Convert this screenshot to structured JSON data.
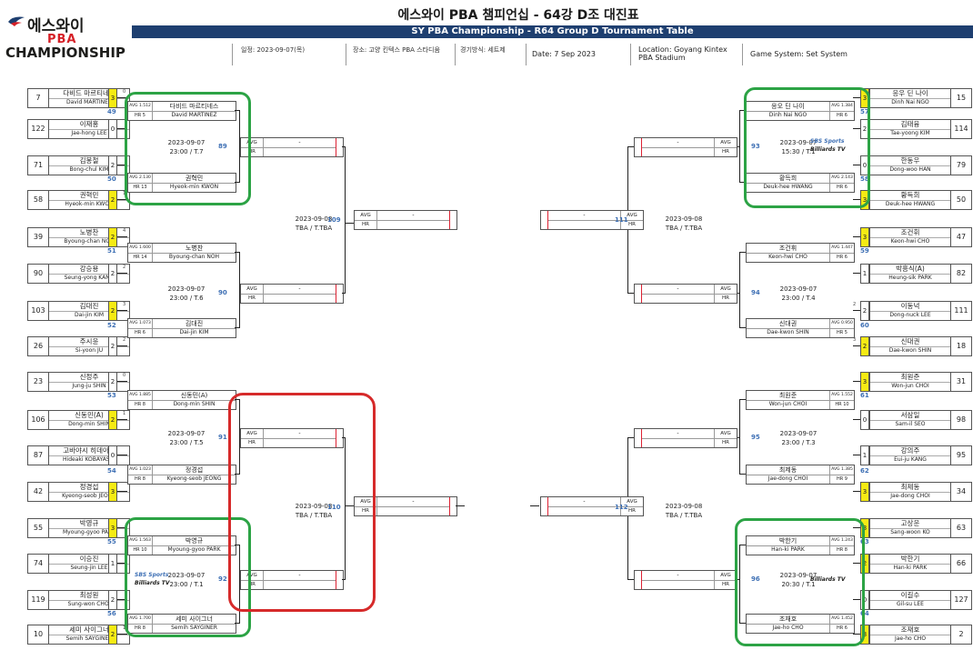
{
  "header": {
    "title": "에스와이 PBA 챔피언십 - 64강 D조 대진표",
    "subtitle": "SY PBA Championship - R64 Group D Tournament Table"
  },
  "logo": {
    "korean": "에스와이",
    "pba": "PBA",
    "championship": "CHAMPIONSHIP"
  },
  "info": {
    "date_ko": "일정: 2023-09-07(목)",
    "place_ko": "장소: 고양 킨텍스 PBA 스타디움",
    "system_ko": "경기방식: 세트제",
    "date_en": "Date: 7 Sep 2023",
    "location_en": "Location: Goyang Kintex PBA Stadium",
    "system_en": "Game System: Set System"
  },
  "labels": {
    "avg": "AVG",
    "hr": "HR",
    "dash": "-",
    "sbs": "SBS Sports",
    "billiards": "Billiards TV"
  },
  "players": [
    {
      "seed": "7",
      "kn": "다비드 마르티네스",
      "en": "David MARTINEZ",
      "score": "3",
      "win": true,
      "sub": "0"
    },
    {
      "seed": "122",
      "kn": "이재홍",
      "en": "Jae-hong LEE",
      "score": "0",
      "win": false,
      "sub": ""
    },
    {
      "seed": "71",
      "kn": "김봉철",
      "en": "Bong-chul KIM",
      "score": "2",
      "win": false,
      "sub": ""
    },
    {
      "seed": "58",
      "kn": "권혁민",
      "en": "Hyeok-min KWON",
      "score": "2",
      "win": true,
      "sub": "1"
    },
    {
      "seed": "39",
      "kn": "노병찬",
      "en": "Byoung-chan NOH",
      "score": "2",
      "win": true,
      "sub": "4"
    },
    {
      "seed": "90",
      "kn": "강승용",
      "en": "Seung-yong KANG",
      "score": "2",
      "win": false,
      "sub": "2"
    },
    {
      "seed": "103",
      "kn": "김대진",
      "en": "Dai-jin KIM",
      "score": "2",
      "win": true,
      "sub": "3"
    },
    {
      "seed": "26",
      "kn": "주시윤",
      "en": "Si-yoon JU",
      "score": "2",
      "win": false,
      "sub": "2"
    },
    {
      "seed": "23",
      "kn": "신정주",
      "en": "Jung-ju SHIN",
      "score": "2",
      "win": false,
      "sub": "0"
    },
    {
      "seed": "106",
      "kn": "신동민(A)",
      "en": "Dong-min SHIN",
      "score": "2",
      "win": true,
      "sub": "1"
    },
    {
      "seed": "87",
      "kn": "고바야시 히데아키",
      "en": "Hideaki KOBAYASHI",
      "score": "0",
      "win": false,
      "sub": ""
    },
    {
      "seed": "42",
      "kn": "정경섭",
      "en": "Kyeong-seob JEONG",
      "score": "3",
      "win": true,
      "sub": ""
    },
    {
      "seed": "55",
      "kn": "박영규",
      "en": "Myoung-gyoo PARK",
      "score": "3",
      "win": true,
      "sub": ""
    },
    {
      "seed": "74",
      "kn": "이승진",
      "en": "Seung-jin LEE",
      "score": "1",
      "win": false,
      "sub": ""
    },
    {
      "seed": "119",
      "kn": "최성원",
      "en": "Sung-won CHOI",
      "score": "2",
      "win": false,
      "sub": ""
    },
    {
      "seed": "10",
      "kn": "세미 사이그너",
      "en": "Semih SAYGINER",
      "score": "2",
      "win": true,
      "sub": "1"
    },
    {
      "seed": "15",
      "kn": "응우 딘 나이",
      "en": "Dinh Nai NGO",
      "score": "3",
      "win": true,
      "sub": ""
    },
    {
      "seed": "114",
      "kn": "김태융",
      "en": "Tae-yoong KIM",
      "score": "2",
      "win": false,
      "sub": ""
    },
    {
      "seed": "79",
      "kn": "한동우",
      "en": "Dong-woo HAN",
      "score": "0",
      "win": false,
      "sub": ""
    },
    {
      "seed": "50",
      "kn": "황득희",
      "en": "Deuk-hee HWANG",
      "score": "3",
      "win": true,
      "sub": ""
    },
    {
      "seed": "47",
      "kn": "조건휘",
      "en": "Keon-hwi CHO",
      "score": "3",
      "win": true,
      "sub": ""
    },
    {
      "seed": "82",
      "kn": "박흥식(A)",
      "en": "Heung-sik PARK",
      "score": "1",
      "win": false,
      "sub": ""
    },
    {
      "seed": "111",
      "kn": "이동넉",
      "en": "Dong-nuck LEE",
      "score": "2",
      "win": false,
      "sub": "2"
    },
    {
      "seed": "18",
      "kn": "신대권",
      "en": "Dae-kwon SHIN",
      "score": "2",
      "win": true,
      "sub": "3"
    },
    {
      "seed": "31",
      "kn": "최원준",
      "en": "Won-jun CHOI",
      "score": "3",
      "win": true,
      "sub": ""
    },
    {
      "seed": "98",
      "kn": "서삼일",
      "en": "Sam-il SEO",
      "score": "0",
      "win": false,
      "sub": ""
    },
    {
      "seed": "95",
      "kn": "강의주",
      "en": "Eui-ju KANG",
      "score": "1",
      "win": false,
      "sub": ""
    },
    {
      "seed": "34",
      "kn": "최제동",
      "en": "Jae-dong CHOI",
      "score": "3",
      "win": true,
      "sub": ""
    },
    {
      "seed": "63",
      "kn": "고상운",
      "en": "Sang-woon KO",
      "score": "3",
      "win": true,
      "sub": ""
    },
    {
      "seed": "66",
      "kn": "박한기",
      "en": "Han-ki PARK",
      "score": "2",
      "win": true,
      "sub": ""
    },
    {
      "seed": "127",
      "kn": "이길수",
      "en": "Gil-su LEE",
      "score": "0",
      "win": false,
      "sub": ""
    },
    {
      "seed": "2",
      "kn": "조재호",
      "en": "Jae-ho CHO",
      "score": "3",
      "win": true,
      "sub": ""
    }
  ],
  "r1": [
    {
      "num": "49",
      "num2": "50",
      "date": "2023-09-07",
      "time": "23:00 / T.7",
      "a": {
        "avg": "AVG 1.512",
        "hr": "HR 5",
        "kn": "다비드 마르티네스",
        "en": "David MARTINEZ"
      },
      "b": {
        "avg": "AVG 2.130",
        "hr": "HR 13",
        "kn": "권혁민",
        "en": "Hyeok-min KWON"
      }
    },
    {
      "num": "51",
      "num2": "52",
      "date": "2023-09-07",
      "time": "23:00 / T.6",
      "a": {
        "avg": "AVG 1.600",
        "hr": "HR 14",
        "kn": "노병찬",
        "en": "Byoung-chan NOH"
      },
      "b": {
        "avg": "AVG 1.073",
        "hr": "HR 6",
        "kn": "김대진",
        "en": "Dai-jin KIM"
      }
    },
    {
      "num": "53",
      "num2": "54",
      "date": "2023-09-07",
      "time": "23:00 / T.5",
      "a": {
        "avg": "AVG 1.885",
        "hr": "HR 8",
        "kn": "신동민(A)",
        "en": "Dong-min SHIN"
      },
      "b": {
        "avg": "AVG 1.023",
        "hr": "HR 8",
        "kn": "정경섭",
        "en": "Kyeong-seob JEONG"
      }
    },
    {
      "num": "55",
      "num2": "56",
      "date": "2023-09-07",
      "time": "23:00 / T.1",
      "a": {
        "avg": "AVG 1.563",
        "hr": "HR 10",
        "kn": "박영규",
        "en": "Myoung-gyoo PARK"
      },
      "b": {
        "avg": "AVG 1.700",
        "hr": "HR 8",
        "kn": "세미 사이그너",
        "en": "Semih SAYGINER"
      }
    },
    {
      "num": "57",
      "num2": "58",
      "date": "2023-09-07",
      "time": "15:30 / T.1",
      "a": {
        "avg": "AVG 1.384",
        "hr": "HR 6",
        "kn": "응오 딘 나이",
        "en": "Dinh Nai NGO"
      },
      "b": {
        "avg": "AVG 2.143",
        "hr": "HR 6",
        "kn": "황득희",
        "en": "Deuk-hee HWANG"
      }
    },
    {
      "num": "59",
      "num2": "60",
      "date": "2023-09-07",
      "time": "23:00 / T.4",
      "a": {
        "avg": "AVG 1.447",
        "hr": "HR 6",
        "kn": "조건휘",
        "en": "Keon-hwi CHO"
      },
      "b": {
        "avg": "AVG 0.950",
        "hr": "HR 5",
        "kn": "신대권",
        "en": "Dae-kwon SHIN"
      }
    },
    {
      "num": "61",
      "num2": "62",
      "date": "2023-09-07",
      "time": "23:00 / T.3",
      "a": {
        "avg": "AVG 1.552",
        "hr": "HR 10",
        "kn": "최원준",
        "en": "Won-jun CHOI"
      },
      "b": {
        "avg": "AVG 1.385",
        "hr": "HR 9",
        "kn": "최제동",
        "en": "Jae-dong CHOI"
      }
    },
    {
      "num": "63",
      "num2": "64",
      "date": "2023-09-07",
      "time": "20:30 / T.1",
      "a": {
        "avg": "AVG 1.243",
        "hr": "HR 8",
        "kn": "박한기",
        "en": "Han-ki PARK"
      },
      "b": {
        "avg": "AVG 1.452",
        "hr": "HR 6",
        "kn": "조재호",
        "en": "Jae-ho CHO"
      }
    }
  ],
  "r2": [
    {
      "num": "89"
    },
    {
      "num": "90"
    },
    {
      "num": "91"
    },
    {
      "num": "92"
    },
    {
      "num": "93"
    },
    {
      "num": "94"
    },
    {
      "num": "95"
    },
    {
      "num": "96"
    }
  ],
  "r3": [
    {
      "num": "109",
      "date": "2023-09-08",
      "time": "TBA / T.TBA"
    },
    {
      "num": "110",
      "date": "2023-09-08",
      "time": "TBA / T.TBA"
    },
    {
      "num": "111",
      "date": "2023-09-08",
      "time": "TBA / T.TBA"
    },
    {
      "num": "112",
      "date": "2023-09-08",
      "time": "TBA / T.TBA"
    }
  ]
}
